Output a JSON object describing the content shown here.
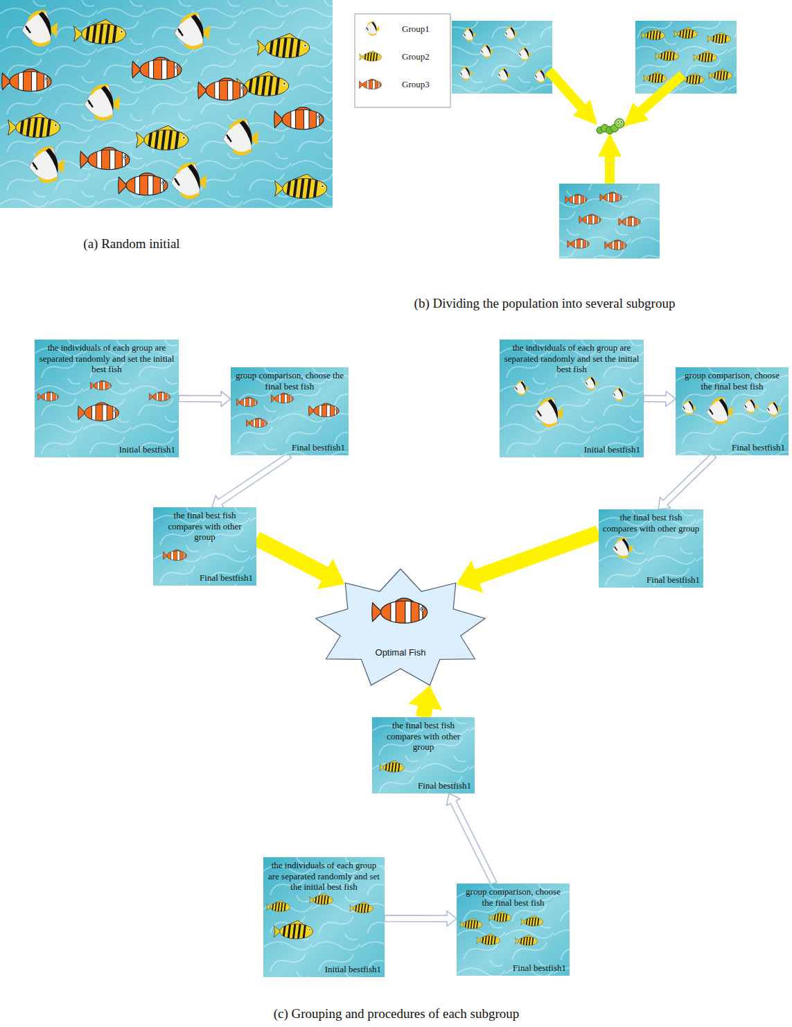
{
  "diagram": {
    "nodes": [
      {
        "text": [
          "the individuals of each group are separated randomly and set the initial best fish",
          "Initial bestfish1"
        ]
      },
      {
        "text": [
          "group comparison, choose the final best fish",
          "Final bestfish1"
        ]
      },
      {
        "text": [
          "the final best fish compares with other group",
          "Final bestfish1"
        ]
      },
      {
        "text": [
          "the individuals of each group are separated randomly and set the initial best fish",
          "Initial bestfish1"
        ]
      },
      {
        "text": [
          "group comparison, choose the final best fish",
          "Final bestfish1"
        ]
      },
      {
        "text": [
          "the final best fish compares with other group",
          "Final bestfish1"
        ]
      },
      {
        "text": [
          "Optimal Fish"
        ]
      },
      {
        "text": [
          "the final best fish compares with other group",
          "Final bestfish1"
        ]
      },
      {
        "text": [
          "the individuals of each group are separated randomly and set the initial best fish",
          "Initial bestfish1"
        ]
      },
      {
        "text": [
          "group comparison, choose the final best fish",
          "Final bestfish1"
        ]
      }
    ],
    "edges": [
      {
        "from": 0,
        "to": 1,
        "arrow": "to"
      },
      {
        "from": 1,
        "to": 2,
        "arrow": "to"
      },
      {
        "from": 2,
        "to": 6,
        "arrow": "to"
      },
      {
        "from": 3,
        "to": 4,
        "arrow": "to"
      },
      {
        "from": 4,
        "to": 5,
        "arrow": "to"
      },
      {
        "from": 5,
        "to": 6,
        "arrow": "to"
      },
      {
        "from": 8,
        "to": 9,
        "arrow": "to"
      },
      {
        "from": 9,
        "to": 7,
        "arrow": "to"
      },
      {
        "from": 7,
        "to": 6,
        "arrow": "to"
      }
    ],
    "labels": [
      "(a) Random initial",
      "(b) Dividing the population into several subgroup",
      "(c) Grouping and procedures of each subgroup"
    ],
    "legend": [
      {
        "text": "Group1"
      },
      {
        "text": "Group2"
      },
      {
        "text": "Group3"
      }
    ]
  }
}
